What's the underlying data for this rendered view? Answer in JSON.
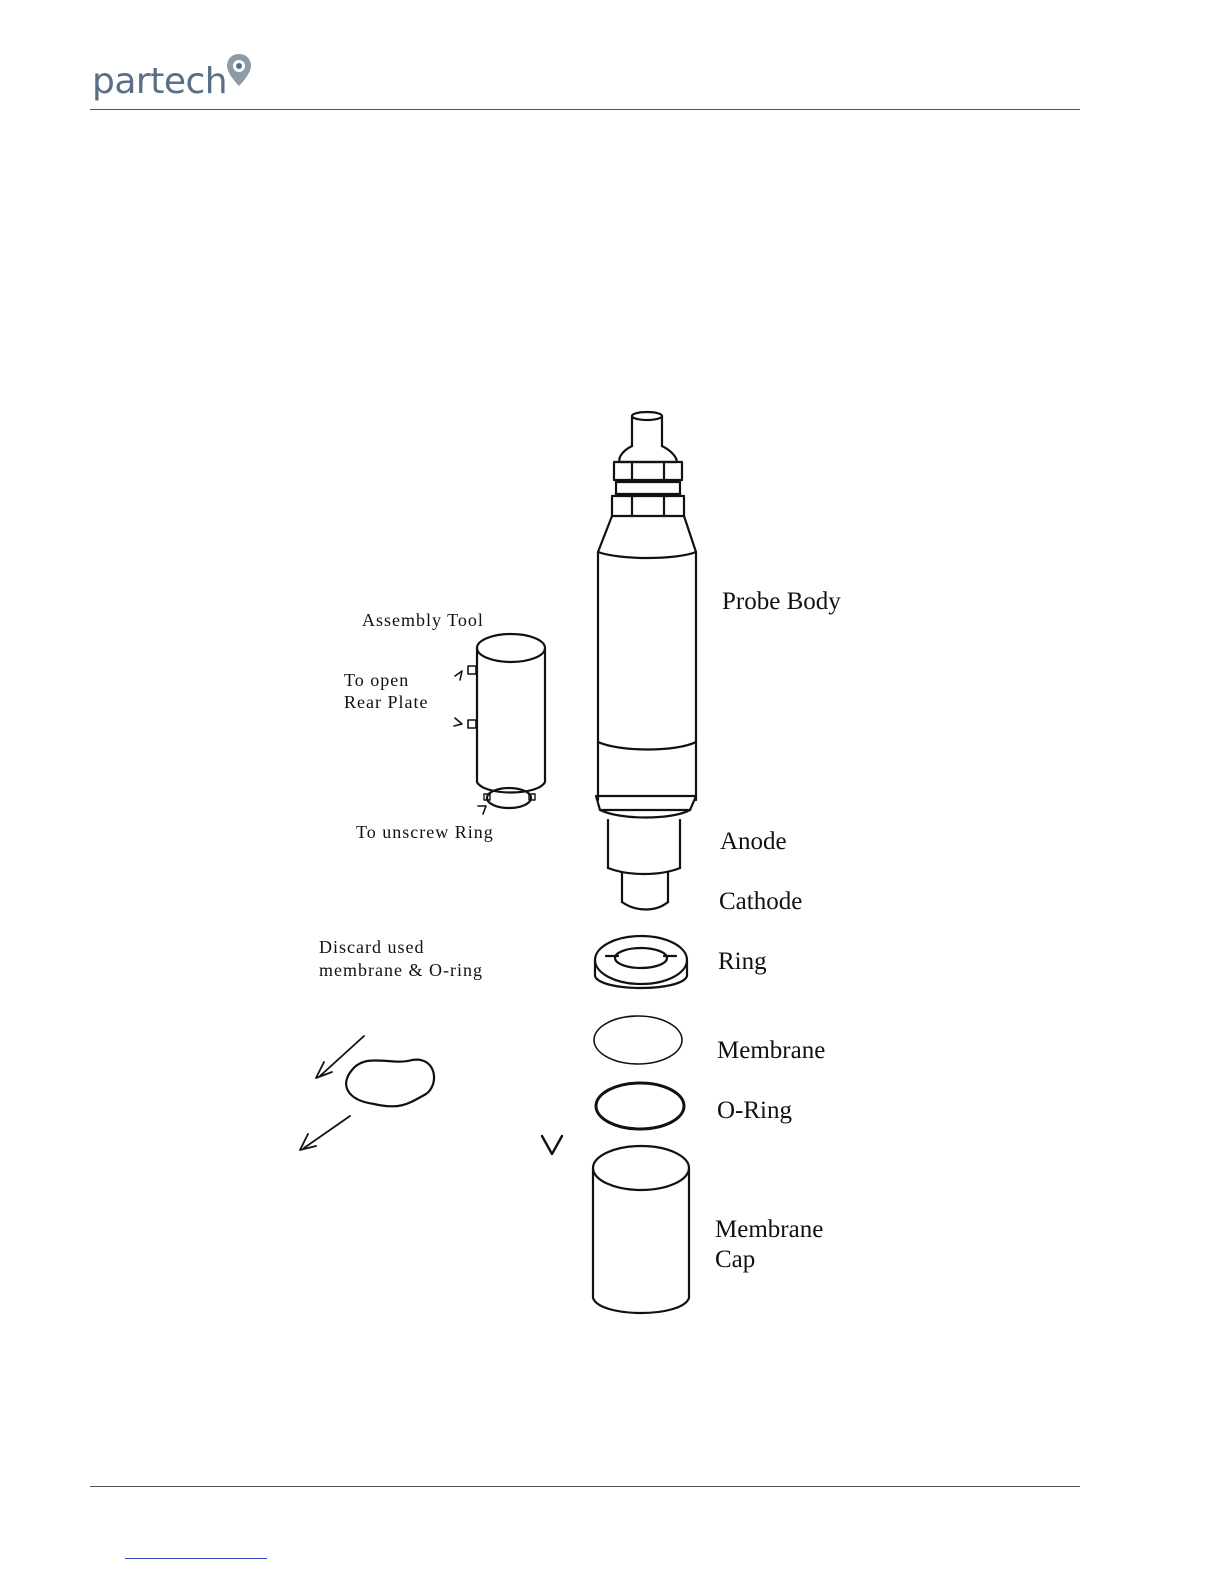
{
  "header": {
    "logo_text": "partech",
    "logo_icon": "location-pin-icon"
  },
  "diagram": {
    "labels": {
      "probe_body": "Probe Body",
      "anode": "Anode",
      "cathode": "Cathode",
      "ring": "Ring",
      "membrane": "Membrane",
      "o_ring": "O-Ring",
      "membrane_cap_line1": "Membrane",
      "membrane_cap_line2": "Cap",
      "assembly_tool": "Assembly Tool",
      "to_open_line1": "To open",
      "to_open_line2": "Rear Plate",
      "to_unscrew": "To unscrew Ring",
      "discard_line1": "Discard used",
      "discard_line2": "membrane & O-ring"
    }
  },
  "colors": {
    "logo": "#5a6f86",
    "logo_pin": "#8e9aa6",
    "line_art": "#111111",
    "footer_link": "#2b4cc4"
  }
}
